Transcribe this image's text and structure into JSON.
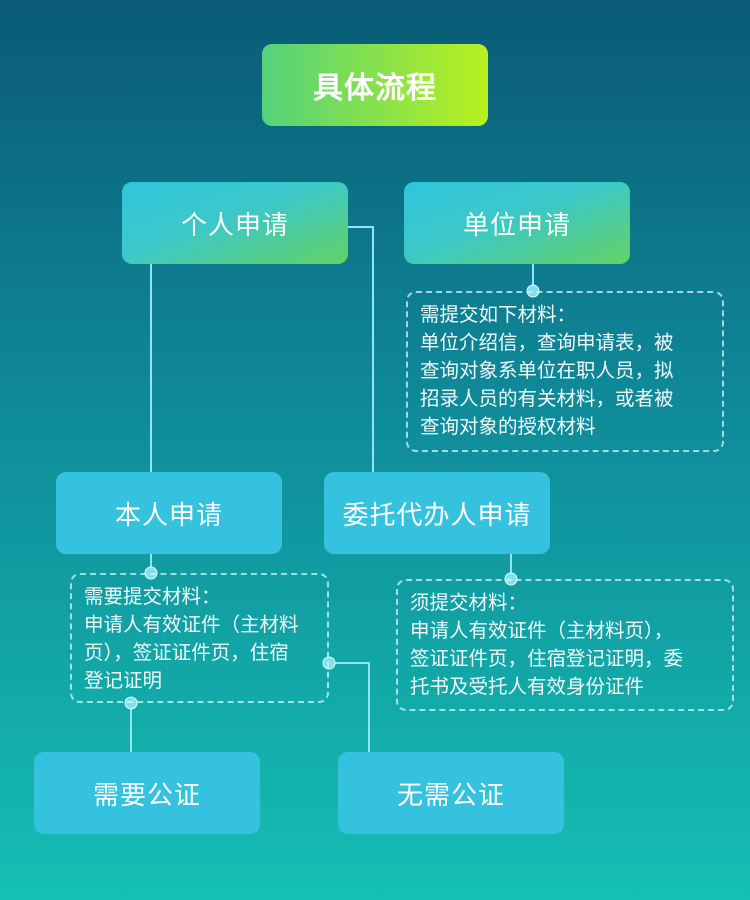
{
  "title": "具体流程",
  "nodes": {
    "personal": "个人申请",
    "unit": "单位申请",
    "self": "本人申请",
    "proxy": "委托代办人申请",
    "need_notary": "需要公证",
    "no_notary": "无需公证"
  },
  "notes": {
    "unit": [
      "需提交如下材料：",
      "单位介绍信，查询申请表，被",
      "查询对象系单位在职人员，拟",
      "招录人员的有关材料，或者被",
      "查询对象的授权材料"
    ],
    "self": [
      "需要提交材料：",
      "申请人有效证件（主材料",
      "页），签证证件页，住宿",
      "登记证明"
    ],
    "proxy": [
      "须提交材料：",
      "申请人有效证件（主材料页），",
      "签证证件页，住宿登记证明，委",
      "托书及受托人有效身份证件"
    ]
  },
  "colors": {
    "title_gradient": [
      "#54d27a",
      "#b9f01f"
    ],
    "node_blue": "#35c2de",
    "node_green": "#63d263",
    "connector": "#8ee6f0",
    "dot": "#7fe0f0"
  }
}
